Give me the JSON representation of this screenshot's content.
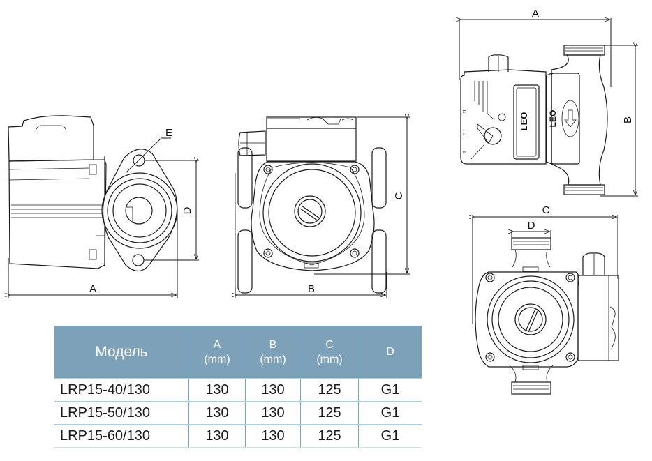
{
  "dimension_labels": {
    "side_view": {
      "width": "A",
      "flange_pitch": "D",
      "bolt_hole": "E"
    },
    "front_view": {
      "width": "B",
      "height": "C"
    },
    "top_view": {
      "width": "A",
      "height": "B"
    },
    "end_view": {
      "width": "C",
      "thread": "D"
    }
  },
  "branding": {
    "logo_text": "LEO",
    "speed_marks": [
      "III",
      "II",
      "I"
    ]
  },
  "spec_table": {
    "headers": [
      {
        "label": "Модель",
        "unit": ""
      },
      {
        "label": "A",
        "unit": "(mm)"
      },
      {
        "label": "B",
        "unit": "(mm)"
      },
      {
        "label": "C",
        "unit": "(mm)"
      },
      {
        "label": "D",
        "unit": ""
      }
    ],
    "rows": [
      {
        "model": "LRP15-40/130",
        "a": "130",
        "b": "130",
        "c": "125",
        "d": "G1"
      },
      {
        "model": "LRP15-50/130",
        "a": "130",
        "b": "130",
        "c": "125",
        "d": "G1"
      },
      {
        "model": "LRP15-60/130",
        "a": "130",
        "b": "130",
        "c": "125",
        "d": "G1"
      }
    ],
    "colors": {
      "header_bg": "#7ea1ba",
      "header_text": "#ffffff",
      "row_line": "#a9cfdc"
    }
  }
}
